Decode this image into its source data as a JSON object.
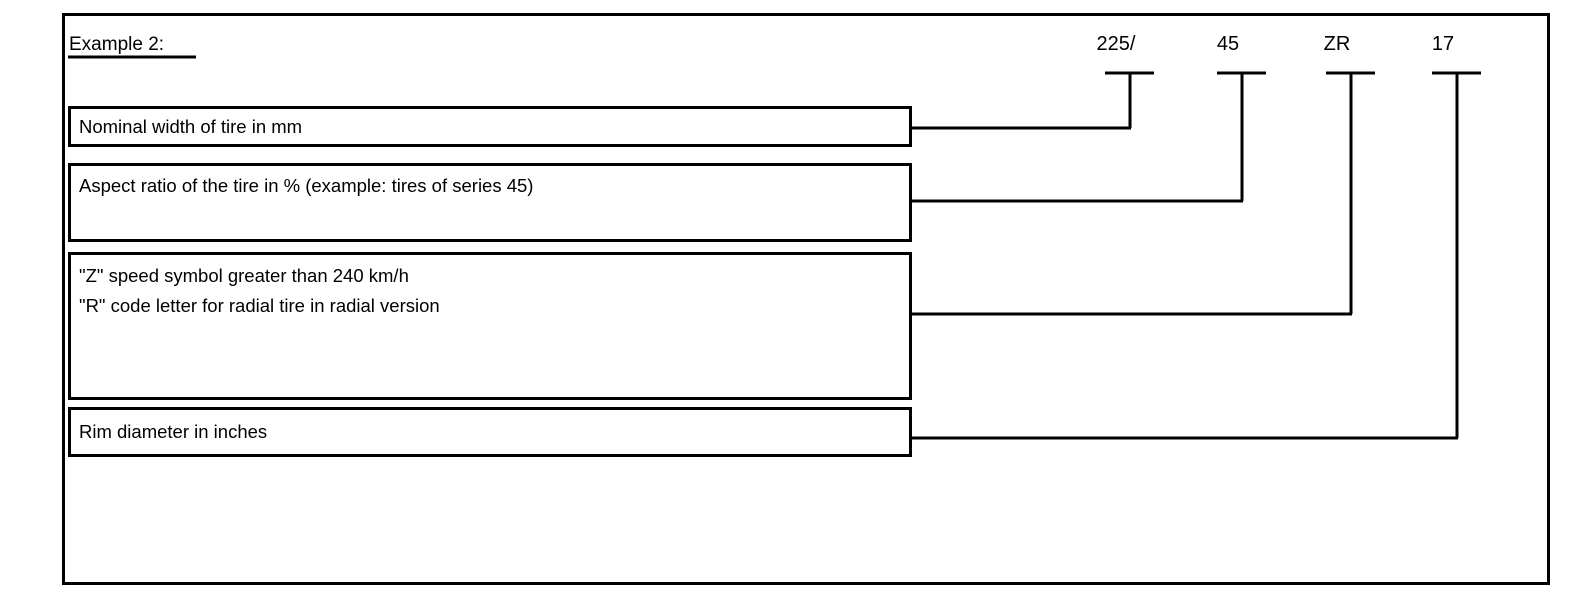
{
  "page": {
    "title": "Example 2:",
    "background": "#ffffff",
    "line_color": "#000000",
    "text_color": "#000000"
  },
  "tire_code": {
    "full": "225/45 ZR 17",
    "segments": [
      {
        "label": "225/",
        "meaning_index": 0
      },
      {
        "label": "45",
        "meaning_index": 1
      },
      {
        "label": "ZR",
        "meaning_index": 2
      },
      {
        "label": "17",
        "meaning_index": 3
      }
    ]
  },
  "descriptions": [
    {
      "id": "nominal-width",
      "lines": [
        "Nominal width of tire in mm"
      ]
    },
    {
      "id": "aspect-ratio",
      "lines": [
        "Aspect ratio of the tire in % (example: tires of series 45)"
      ]
    },
    {
      "id": "speed-and-construction",
      "lines": [
        "\"Z\" speed symbol greater than 240 km/h",
        "\"R\" code letter for radial tire in radial version"
      ]
    },
    {
      "id": "rim-diameter",
      "lines": [
        "Rim diameter in inches"
      ]
    }
  ]
}
